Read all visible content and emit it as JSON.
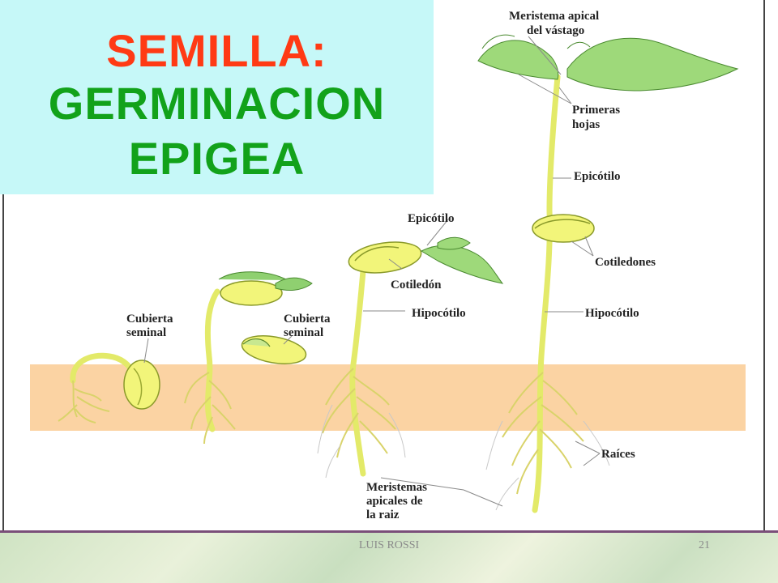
{
  "title": {
    "line1": "SEMILLA:",
    "line2": "GERMINACION",
    "line3": "EPIGEA",
    "color_line1": "#ff3a14",
    "color_lines23": "#12a21a",
    "background": "#c6f8f8"
  },
  "labels": {
    "meristema_apical_1": "Meristema apical",
    "meristema_apical_2": "del vástago",
    "primeras_hojas_1": "Primeras",
    "primeras_hojas_2": "hojas",
    "epicotilo_right": "Epicótilo",
    "epicotilo_mid": "Epicótilo",
    "cotiledones": "Cotiledones",
    "cotiledon": "Cotiledón",
    "cubierta1_1": "Cubierta",
    "cubierta1_2": "seminal",
    "cubierta2_1": "Cubierta",
    "cubierta2_2": "seminal",
    "hipocotilo_mid": "Hipocótilo",
    "hipocotilo_right": "Hipocótilo",
    "raices": "Raíces",
    "meristemas_raiz_1": "Meristemas",
    "meristemas_raiz_2": "apicales de",
    "meristemas_raiz_3": "la raiz"
  },
  "colors": {
    "soil": "#fbd3a3",
    "stem": "#e8ef6a",
    "seed": "#f2f57a",
    "leaf": "#9ed97a",
    "root": "#d9d36a"
  },
  "footer": {
    "author": "LUIS ROSSI",
    "page": "21"
  }
}
